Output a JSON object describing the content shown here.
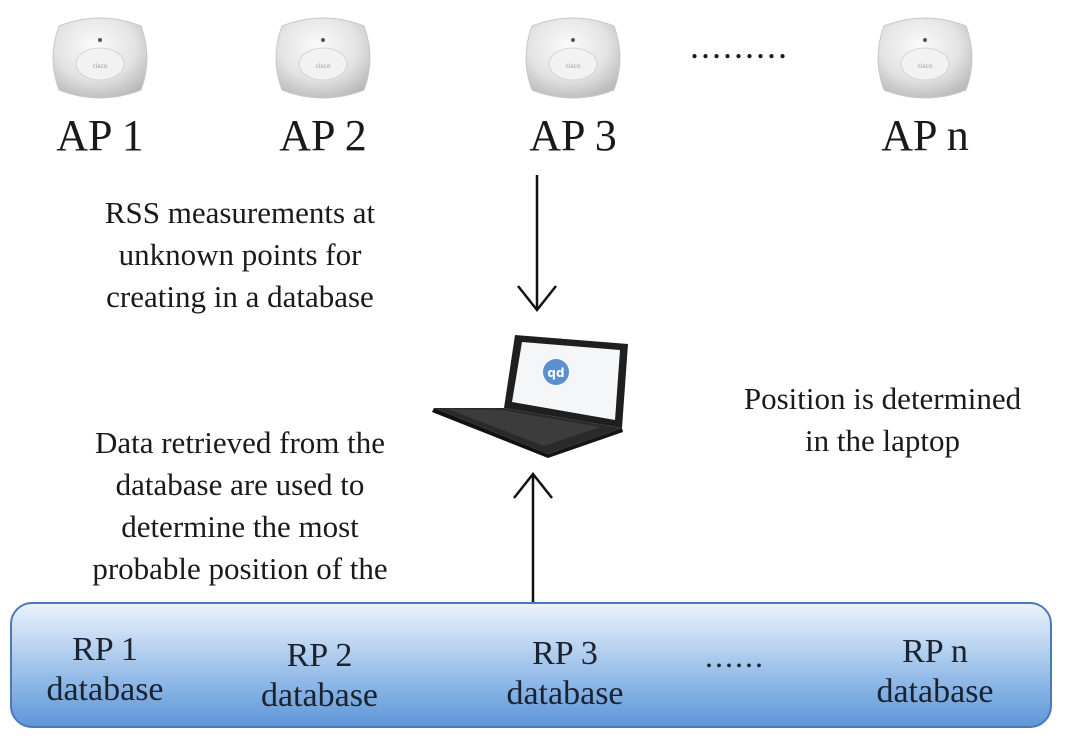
{
  "access_points": [
    {
      "label": "AP 1"
    },
    {
      "label": "AP 2"
    },
    {
      "label": "AP 3"
    },
    {
      "label": "AP n"
    }
  ],
  "ap_ellipsis": ".........",
  "notes": {
    "rss_lines": [
      "RSS measurements at",
      "unknown points for",
      "creating in a database"
    ],
    "retrieval_lines": [
      "Data retrieved from the",
      "database are used to",
      "determine the most",
      "probable position of the"
    ],
    "position_lines": [
      "Position is determined",
      "in the laptop"
    ]
  },
  "database": {
    "items": [
      {
        "name": "RP 1",
        "sub": "database"
      },
      {
        "name": "RP 2",
        "sub": "database"
      },
      {
        "name": "RP 3",
        "sub": "database"
      },
      {
        "name": "RP n",
        "sub": "database"
      }
    ],
    "ellipsis": "......",
    "colors": {
      "fill_top": "#eaf2fb",
      "fill_bottom": "#5f97d8",
      "border": "#4b79b8"
    }
  },
  "icons": {
    "access_point": "wireless-access-point-icon",
    "laptop": "laptop-icon",
    "arrow": "arrow-icon"
  }
}
